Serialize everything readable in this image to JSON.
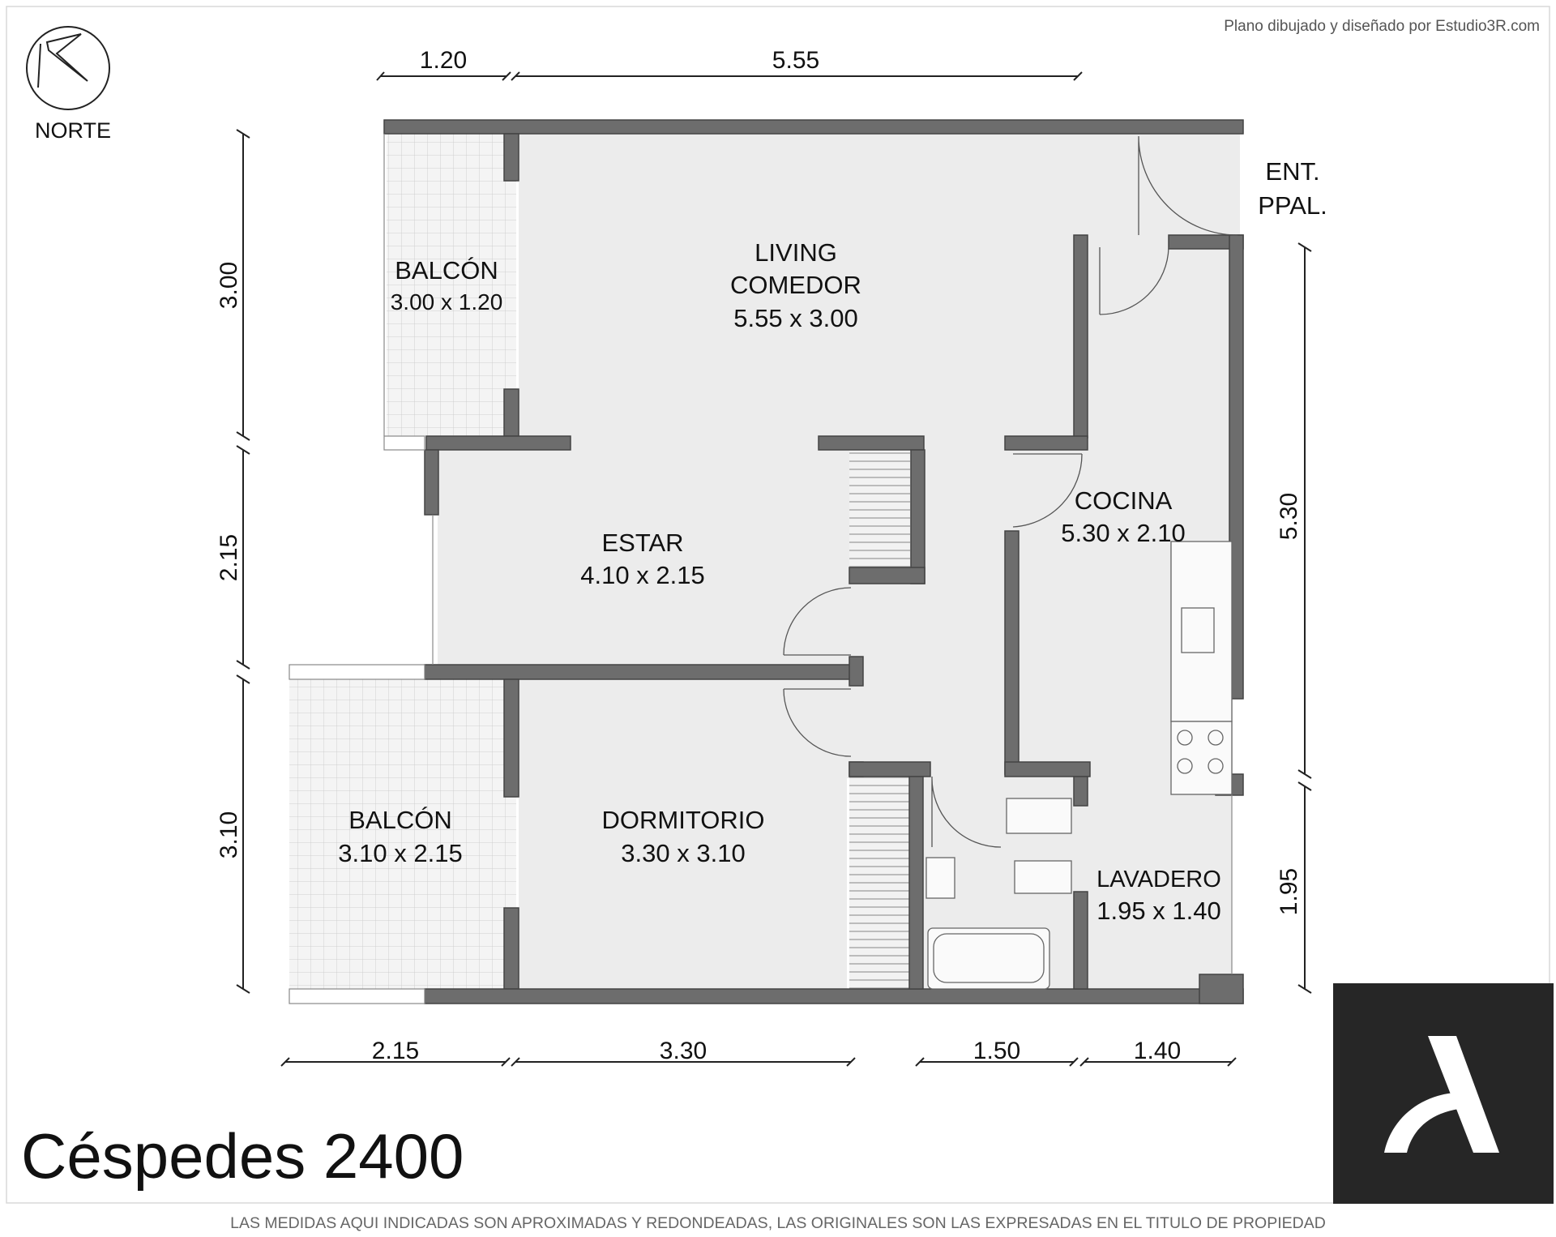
{
  "credit": "Plano dibujado y diseñado por Estudio3R.com",
  "compass_label": "NORTE",
  "entrance": [
    "ENT.",
    "PPAL."
  ],
  "rooms": {
    "balcon_top": {
      "name": "BALCÓN",
      "size": "3.00 x 1.20"
    },
    "living": {
      "name_line1": "LIVING",
      "name_line2": "COMEDOR",
      "size": "5.55 x 3.00"
    },
    "estar": {
      "name": "ESTAR",
      "size": "4.10 x 2.15"
    },
    "cocina": {
      "name": "COCINA",
      "size": "5.30 x 2.10"
    },
    "balcon_bottom": {
      "name": "BALCÓN",
      "size": "3.10 x 2.15"
    },
    "dormitorio": {
      "name": "DORMITORIO",
      "size": "3.30 x 3.10"
    },
    "lavadero": {
      "name": "LAVADERO",
      "size": "1.95 x 1.40"
    }
  },
  "dimensions": {
    "top": [
      "1.20",
      "5.55"
    ],
    "left": [
      "3.00",
      "2.15",
      "3.10"
    ],
    "right": [
      "5.30",
      "1.95"
    ],
    "bottom": [
      "2.15",
      "3.30",
      "1.50",
      "1.40"
    ]
  },
  "title": "Céspedes 2400",
  "disclaimer": "LAS MEDIDAS AQUI INDICADAS SON APROXIMADAS Y REDONDEADAS, LAS ORIGINALES SON LAS EXPRESADAS EN EL TITULO DE PROPIEDAD",
  "colors": {
    "wall": "#6d6d6d",
    "floor": "#ececec",
    "logo_bg": "#262626",
    "text": "#111111"
  },
  "logo_icon": "lambda-logo-icon"
}
